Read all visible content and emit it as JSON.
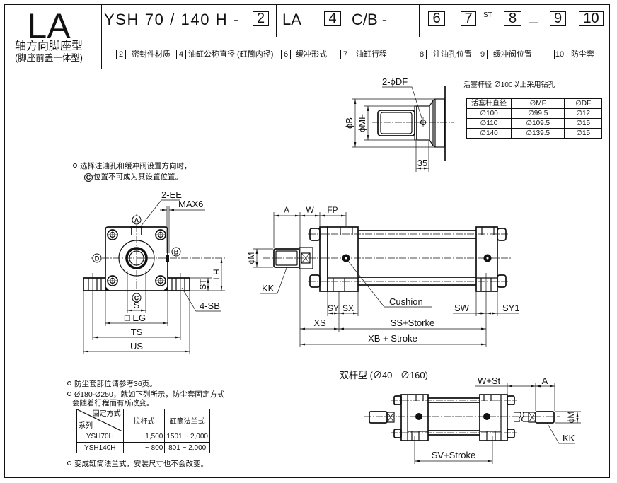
{
  "header": {
    "series_code": "LA",
    "series_name": "轴方向脚座型",
    "series_subname": "(脚座前盖一体型)",
    "model_code": {
      "prefix": "YSH 70 / 140 H -",
      "seal_box": "2",
      "mount": "LA",
      "bore_box": "4",
      "suffix": "C/B -",
      "cushion_box": "6",
      "stroke_box": "7",
      "stroke_unit": "ST",
      "port_box": "8",
      "separator": "_",
      "valve_box": "9",
      "boot_box": "10"
    },
    "legend": [
      {
        "num": "2",
        "label": "密封件材质"
      },
      {
        "num": "4",
        "label": "油缸公称直径 (缸筒内径)"
      },
      {
        "num": "6",
        "label": "缓冲形式"
      },
      {
        "num": "7",
        "label": "油缸行程"
      },
      {
        "num": "8",
        "label": "注油孔位置"
      },
      {
        "num": "9",
        "label": "缓冲阀位置"
      },
      {
        "num": "10",
        "label": "防尘套"
      }
    ]
  },
  "rod_end_detail": {
    "hole_label": "2-ϕDF",
    "dia_b_label": "ϕB",
    "dia_mf_label": "ϕMF",
    "length_label": "35",
    "table_title": "活塞杆径 ∅100以上采用钻孔",
    "table": {
      "headers": [
        "活塞杆直径",
        "∅MF",
        "∅DF"
      ],
      "rows": [
        [
          "∅100",
          "∅99.5",
          "∅12"
        ],
        [
          "∅110",
          "∅109.5",
          "∅15"
        ],
        [
          "∅140",
          "∅139.5",
          "∅15"
        ]
      ]
    }
  },
  "front_view": {
    "note_line1": "选择注油孔和缓冲阀设置方向时，",
    "note_marker": "C",
    "note_line2": "位置不可成为其设置位置。",
    "port_label": "2-EE",
    "max_label": "MAX6",
    "position_a": "A",
    "position_b": "B",
    "position_c": "C",
    "position_d": "D",
    "dim_lh": "LH",
    "dim_st": "ST",
    "foot_hole_label": "4-SB",
    "dim_s": "S",
    "dim_eg": "□ EG",
    "dim_ts": "TS",
    "dim_us": "US"
  },
  "side_view": {
    "dim_a": "A",
    "dim_w": "W",
    "dim_fp": "FP",
    "dim_m": "ϕM",
    "thread_label": "KK",
    "cushion_label": "Cushion",
    "dim_sy": "SY",
    "dim_sx": "SX",
    "dim_sw": "SW",
    "dim_sy1": "SY1",
    "dim_xs": "XS",
    "dim_ss": "SS+Storke",
    "dim_xb": "XB + Stroke"
  },
  "double_rod": {
    "title": "双杆型 (∅40 -  ∅160)",
    "dim_wst": "W+St",
    "dim_a": "A",
    "dim_m": "ϕM",
    "thread_label": "KK",
    "dim_sv": "SV+Stroke"
  },
  "boot_notes": {
    "note1": "防尘套部位请参考36页。",
    "note2_line1": "Ø180-Ø250，就如下列所示，防尘套固定方式",
    "note2_line2": "会随着行程而有所改变。",
    "note3": "变成缸筒法兰式，安装尺寸也不会改变。",
    "table": {
      "corner_top": "固定方式",
      "corner_bottom": "系列",
      "headers": [
        "拉杆式",
        "缸筒法兰式"
      ],
      "rows": [
        {
          "series": "YSH70H",
          "tie_rod": "~ 1,500",
          "flange": "1501 ~ 2,000"
        },
        {
          "series": "YSH140H",
          "tie_rod": "~ 800",
          "flange": "801 ~ 2,000"
        }
      ]
    }
  }
}
